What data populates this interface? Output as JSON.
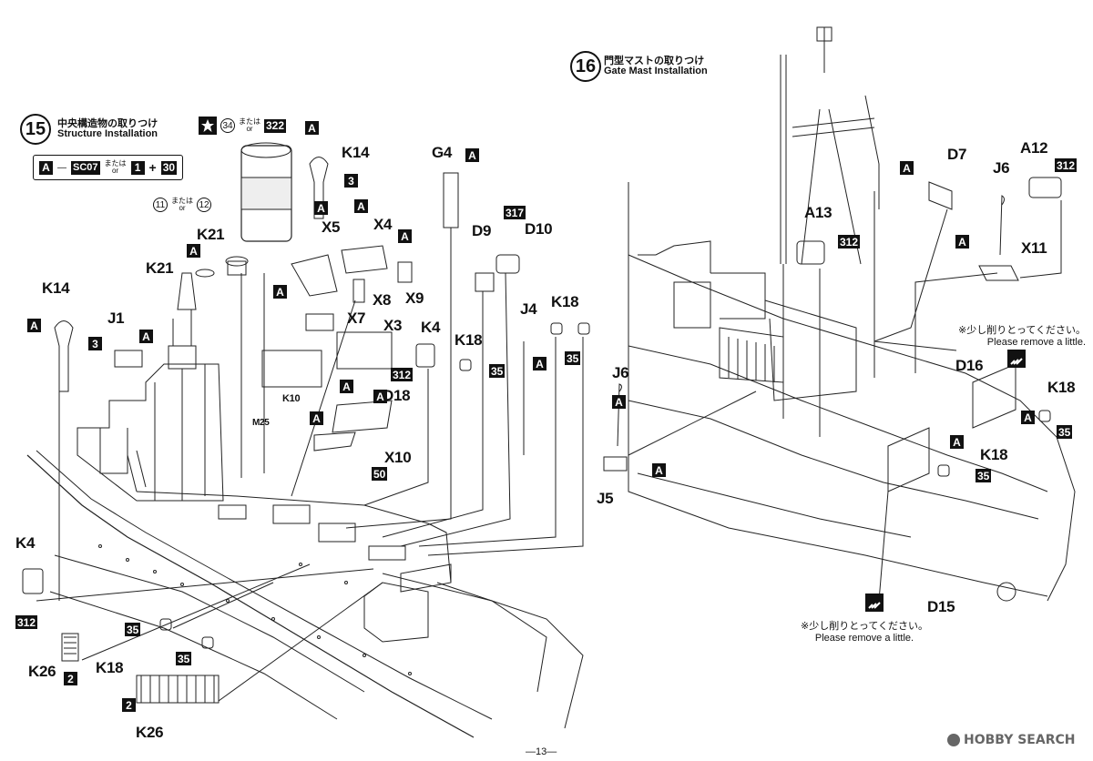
{
  "steps": {
    "step15": {
      "number": "15",
      "title_jp": "中央構造物の取りつけ",
      "title_en": "Structure Installation",
      "legend": {
        "paint": "A",
        "code": "SC07",
        "mata": "または",
        "or": "or",
        "mix_a": "1",
        "plus": "+",
        "mix_b": "30"
      },
      "star_callout": {
        "code1": "34",
        "mata": "または",
        "or": "or",
        "code2": "322"
      },
      "decal_callout": {
        "code1": "11",
        "mata": "または",
        "or": "or",
        "code2": "12"
      }
    },
    "step16": {
      "number": "16",
      "title_jp": "門型マストの取りつけ",
      "title_en": "Gate Mast Installation",
      "notes": [
        {
          "jp": "※少し削りとってください。",
          "en": "Please remove a little."
        },
        {
          "jp": "※少し削りとってください。",
          "en": "Please remove a little."
        }
      ]
    }
  },
  "parts_left": [
    "K14",
    "K14",
    "K21",
    "K21",
    "J1",
    "X5",
    "X4",
    "X8",
    "X9",
    "X7",
    "X3",
    "K4",
    "D18",
    "K10",
    "M25",
    "X10",
    "G4",
    "D9",
    "D10",
    "J4",
    "K18",
    "K18",
    "K4",
    "K26",
    "K18",
    "K26"
  ],
  "paint_codes_left": [
    "A",
    "3",
    "A",
    "3",
    "A",
    "A",
    "A",
    "A",
    "A",
    "A",
    "A",
    "312",
    "A",
    "A",
    "50",
    "A",
    "317",
    "35",
    "A",
    "35",
    "312",
    "35",
    "35",
    "2",
    "2"
  ],
  "parts_right": [
    "D7",
    "J6",
    "A12",
    "A13",
    "X11",
    "D16",
    "K18",
    "J6",
    "J5",
    "K18",
    "D15"
  ],
  "paint_codes_right": [
    "A",
    "312",
    "312",
    "A",
    "A",
    "A",
    "35",
    "A",
    "A",
    "35"
  ],
  "footer": {
    "page": "—13—",
    "watermark": "HOBBY SEARCH"
  },
  "colors": {
    "ink": "#111111",
    "paper": "#ffffff",
    "watermark": "#666666"
  }
}
